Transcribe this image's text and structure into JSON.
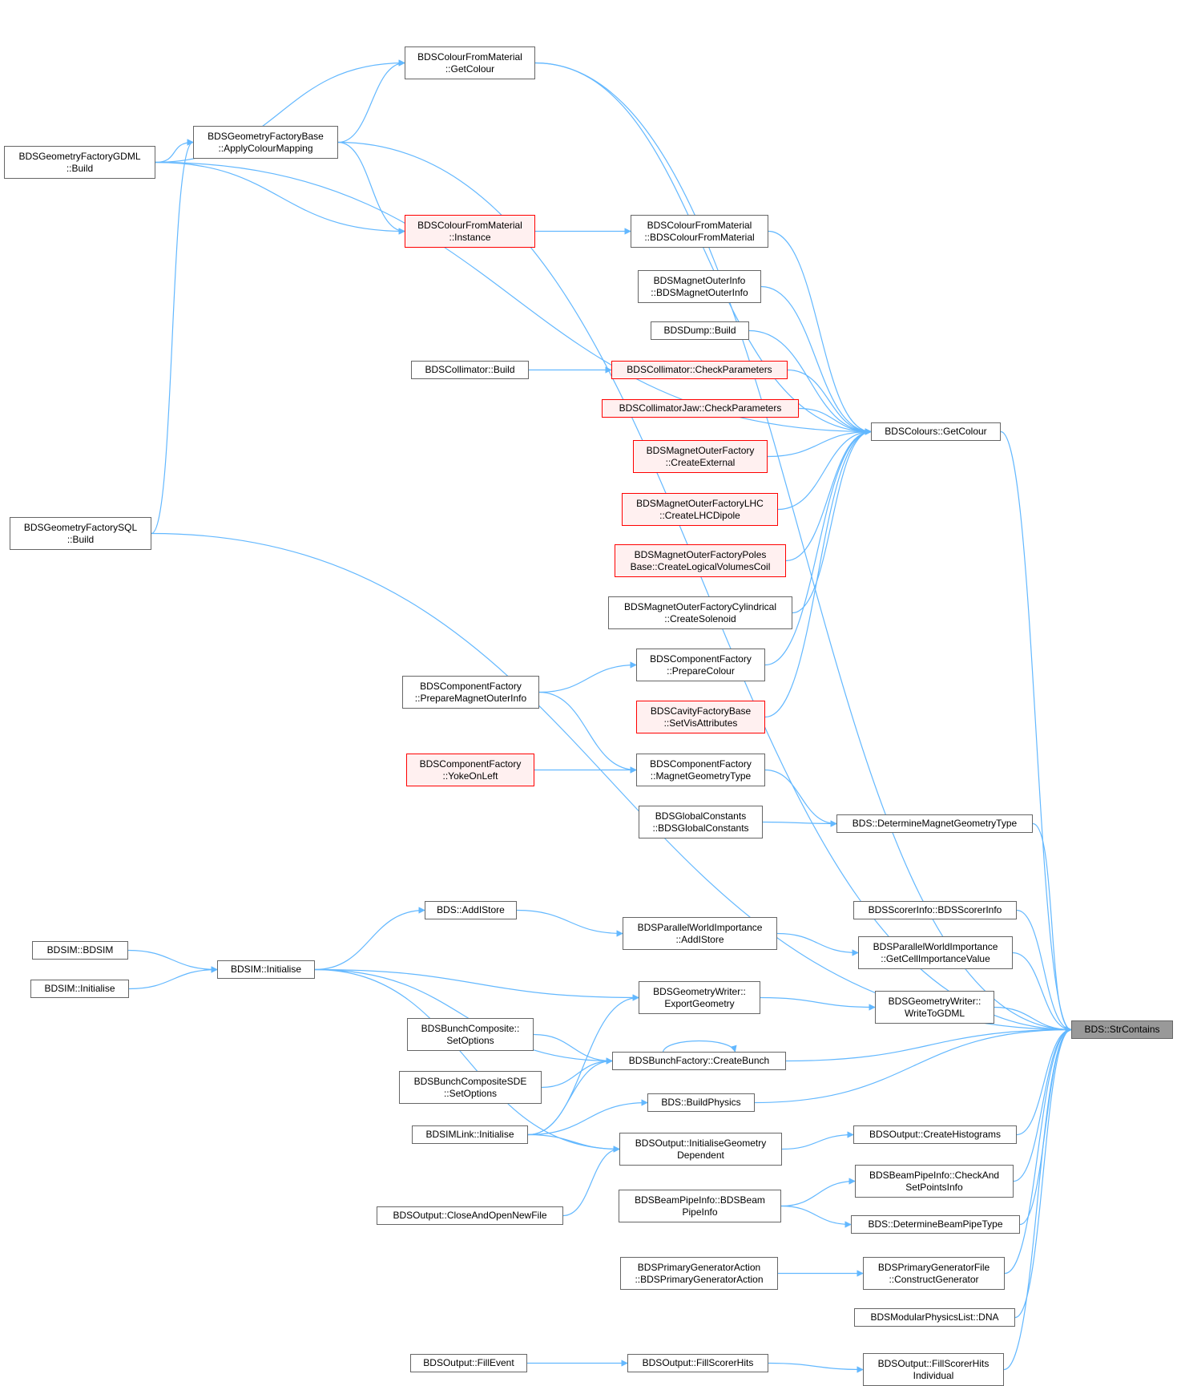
{
  "nodes": [
    {
      "id": "colourFromMaterial_GetColour",
      "lines": [
        "BDSColourFromMaterial",
        "::GetColour"
      ],
      "style": "normal"
    },
    {
      "id": "geomFactoryBase_ApplyColourMapping",
      "lines": [
        "BDSGeometryFactoryBase",
        "::ApplyColourMapping"
      ],
      "style": "normal"
    },
    {
      "id": "geomFactoryGDML_Build",
      "lines": [
        "BDSGeometryFactoryGDML",
        "::Build"
      ],
      "style": "normal"
    },
    {
      "id": "colourFromMaterial_Instance",
      "lines": [
        "BDSColourFromMaterial",
        "::Instance"
      ],
      "style": "red"
    },
    {
      "id": "colourFromMaterial_Ctor",
      "lines": [
        "BDSColourFromMaterial",
        "::BDSColourFromMaterial"
      ],
      "style": "normal"
    },
    {
      "id": "magnetOuterInfo_Ctor",
      "lines": [
        "BDSMagnetOuterInfo",
        "::BDSMagnetOuterInfo"
      ],
      "style": "normal"
    },
    {
      "id": "dump_Build",
      "lines": [
        "BDSDump::Build"
      ],
      "style": "normal"
    },
    {
      "id": "collimator_Build",
      "lines": [
        "BDSCollimator::Build"
      ],
      "style": "normal"
    },
    {
      "id": "collimator_CheckParameters",
      "lines": [
        "BDSCollimator::CheckParameters"
      ],
      "style": "red"
    },
    {
      "id": "collimatorJaw_CheckParameters",
      "lines": [
        "BDSCollimatorJaw::CheckParameters"
      ],
      "style": "red"
    },
    {
      "id": "colours_GetColour",
      "lines": [
        "BDSColours::GetColour"
      ],
      "style": "normal"
    },
    {
      "id": "magnetOuterFactory_CreateExternal",
      "lines": [
        "BDSMagnetOuterFactory",
        "::CreateExternal"
      ],
      "style": "red"
    },
    {
      "id": "magnetOuterFactoryLHC_CreateLHCDipole",
      "lines": [
        "BDSMagnetOuterFactoryLHC",
        "::CreateLHCDipole"
      ],
      "style": "red"
    },
    {
      "id": "magnetOuterFactoryPolesBase_CreateLogicalVolumesCoil",
      "lines": [
        "BDSMagnetOuterFactoryPoles",
        "Base::CreateLogicalVolumesCoil"
      ],
      "style": "red"
    },
    {
      "id": "geomFactorySQL_Build",
      "lines": [
        "BDSGeometryFactorySQL",
        "::Build"
      ],
      "style": "normal"
    },
    {
      "id": "magnetOuterFactoryCylindrical_CreateSolenoid",
      "lines": [
        "BDSMagnetOuterFactoryCylindrical",
        "::CreateSolenoid"
      ],
      "style": "normal"
    },
    {
      "id": "componentFactory_PrepareColour",
      "lines": [
        "BDSComponentFactory",
        "::PrepareColour"
      ],
      "style": "normal"
    },
    {
      "id": "componentFactory_PrepareMagnetOuterInfo",
      "lines": [
        "BDSComponentFactory",
        "::PrepareMagnetOuterInfo"
      ],
      "style": "normal"
    },
    {
      "id": "cavityFactoryBase_SetVisAttributes",
      "lines": [
        "BDSCavityFactoryBase",
        "::SetVisAttributes"
      ],
      "style": "red"
    },
    {
      "id": "componentFactory_YokeOnLeft",
      "lines": [
        "BDSComponentFactory",
        "::YokeOnLeft"
      ],
      "style": "red"
    },
    {
      "id": "componentFactory_MagnetGeometryType",
      "lines": [
        "BDSComponentFactory",
        "::MagnetGeometryType"
      ],
      "style": "normal"
    },
    {
      "id": "globalConstants_Ctor",
      "lines": [
        "BDSGlobalConstants",
        "::BDSGlobalConstants"
      ],
      "style": "normal"
    },
    {
      "id": "bds_DetermineMagnetGeometryType",
      "lines": [
        "BDS::DetermineMagnetGeometryType"
      ],
      "style": "normal"
    },
    {
      "id": "bds_AddIStore",
      "lines": [
        "BDS::AddIStore"
      ],
      "style": "normal"
    },
    {
      "id": "scorerInfo_Ctor",
      "lines": [
        "BDSScorerInfo::BDSScorerInfo"
      ],
      "style": "normal"
    },
    {
      "id": "parallelWorldImportance_AddIStore",
      "lines": [
        "BDSParallelWorldImportance",
        "::AddIStore"
      ],
      "style": "normal"
    },
    {
      "id": "bdsim_Ctor",
      "lines": [
        "BDSIM::BDSIM"
      ],
      "style": "normal"
    },
    {
      "id": "bdsim_Initialise_ext",
      "lines": [
        "BDSIM::Initialise"
      ],
      "style": "normal"
    },
    {
      "id": "bdsim_Initialise",
      "lines": [
        "BDSIM::Initialise"
      ],
      "style": "normal"
    },
    {
      "id": "parallelWorldImportance_GetCellImportanceValue",
      "lines": [
        "BDSParallelWorldImportance",
        "::GetCellImportanceValue"
      ],
      "style": "normal"
    },
    {
      "id": "geometryWriter_ExportGeometry",
      "lines": [
        "BDSGeometryWriter::",
        "ExportGeometry"
      ],
      "style": "normal"
    },
    {
      "id": "geometryWriter_WriteToGDML",
      "lines": [
        "BDSGeometryWriter::",
        "WriteToGDML"
      ],
      "style": "normal"
    },
    {
      "id": "bds_StrContains",
      "lines": [
        "BDS::StrContains"
      ],
      "style": "grey"
    },
    {
      "id": "bunchComposite_SetOptions",
      "lines": [
        "BDSBunchComposite::",
        "SetOptions"
      ],
      "style": "normal"
    },
    {
      "id": "bunchFactory_CreateBunch",
      "lines": [
        "BDSBunchFactory::CreateBunch"
      ],
      "style": "normal"
    },
    {
      "id": "bunchCompositeSDE_SetOptions",
      "lines": [
        "BDSBunchCompositeSDE",
        "::SetOptions"
      ],
      "style": "normal"
    },
    {
      "id": "bds_BuildPhysics",
      "lines": [
        "BDS::BuildPhysics"
      ],
      "style": "normal"
    },
    {
      "id": "bdsimLink_Initialise",
      "lines": [
        "BDSIMLink::Initialise"
      ],
      "style": "normal"
    },
    {
      "id": "output_InitialiseGeometryDependent",
      "lines": [
        "BDSOutput::InitialiseGeometry",
        "Dependent"
      ],
      "style": "normal"
    },
    {
      "id": "output_CreateHistograms",
      "lines": [
        "BDSOutput::CreateHistograms"
      ],
      "style": "normal"
    },
    {
      "id": "beamPipeInfo_CheckAndSetPointsInfo",
      "lines": [
        "BDSBeamPipeInfo::CheckAnd",
        "SetPointsInfo"
      ],
      "style": "normal"
    },
    {
      "id": "beamPipeInfo_Ctor",
      "lines": [
        "BDSBeamPipeInfo::BDSBeam",
        "PipeInfo"
      ],
      "style": "normal"
    },
    {
      "id": "output_CloseAndOpenNewFile",
      "lines": [
        "BDSOutput::CloseAndOpenNewFile"
      ],
      "style": "normal"
    },
    {
      "id": "bds_DetermineBeamPipeType",
      "lines": [
        "BDS::DetermineBeamPipeType"
      ],
      "style": "normal"
    },
    {
      "id": "primaryGeneratorAction_Ctor",
      "lines": [
        "BDSPrimaryGeneratorAction",
        "::BDSPrimaryGeneratorAction"
      ],
      "style": "normal"
    },
    {
      "id": "primaryGeneratorFile_ConstructGenerator",
      "lines": [
        "BDSPrimaryGeneratorFile",
        "::ConstructGenerator"
      ],
      "style": "normal"
    },
    {
      "id": "modularPhysicsList_DNA",
      "lines": [
        "BDSModularPhysicsList::DNA"
      ],
      "style": "normal"
    },
    {
      "id": "output_FillEvent",
      "lines": [
        "BDSOutput::FillEvent"
      ],
      "style": "normal"
    },
    {
      "id": "output_FillScorerHits",
      "lines": [
        "BDSOutput::FillScorerHits"
      ],
      "style": "normal"
    },
    {
      "id": "output_FillScorerHitsIndividual",
      "lines": [
        "BDSOutput::FillScorerHits",
        "Individual"
      ],
      "style": "normal"
    }
  ],
  "edges": [
    [
      "colourFromMaterial_GetColour",
      "bds_StrContains"
    ],
    [
      "colourFromMaterial_GetColour",
      "colours_GetColour"
    ],
    [
      "geomFactoryBase_ApplyColourMapping",
      "colourFromMaterial_GetColour"
    ],
    [
      "geomFactoryGDML_Build",
      "colourFromMaterial_GetColour"
    ],
    [
      "geomFactoryBase_ApplyColourMapping",
      "bds_StrContains"
    ],
    [
      "geomFactoryBase_ApplyColourMapping",
      "colourFromMaterial_Instance"
    ],
    [
      "geomFactoryGDML_Build",
      "geomFactoryBase_ApplyColourMapping"
    ],
    [
      "geomFactoryGDML_Build",
      "colours_GetColour"
    ],
    [
      "geomFactoryGDML_Build",
      "colourFromMaterial_Instance"
    ],
    [
      "geomFactorySQL_Build",
      "geomFactoryBase_ApplyColourMapping"
    ],
    [
      "geomFactorySQL_Build",
      "bds_StrContains"
    ],
    [
      "colourFromMaterial_Instance",
      "colourFromMaterial_Ctor"
    ],
    [
      "colourFromMaterial_Ctor",
      "colours_GetColour"
    ],
    [
      "magnetOuterInfo_Ctor",
      "colours_GetColour"
    ],
    [
      "dump_Build",
      "colours_GetColour"
    ],
    [
      "collimator_Build",
      "collimator_CheckParameters"
    ],
    [
      "collimator_CheckParameters",
      "colours_GetColour"
    ],
    [
      "collimatorJaw_CheckParameters",
      "colours_GetColour"
    ],
    [
      "magnetOuterFactory_CreateExternal",
      "colours_GetColour"
    ],
    [
      "magnetOuterFactoryLHC_CreateLHCDipole",
      "colours_GetColour"
    ],
    [
      "magnetOuterFactoryPolesBase_CreateLogicalVolumesCoil",
      "colours_GetColour"
    ],
    [
      "magnetOuterFactoryCylindrical_CreateSolenoid",
      "colours_GetColour"
    ],
    [
      "componentFactory_PrepareColour",
      "colours_GetColour"
    ],
    [
      "cavityFactoryBase_SetVisAttributes",
      "colours_GetColour"
    ],
    [
      "colours_GetColour",
      "bds_StrContains"
    ],
    [
      "componentFactory_PrepareMagnetOuterInfo",
      "componentFactory_PrepareColour"
    ],
    [
      "componentFactory_PrepareMagnetOuterInfo",
      "componentFactory_MagnetGeometryType"
    ],
    [
      "componentFactory_YokeOnLeft",
      "componentFactory_MagnetGeometryType"
    ],
    [
      "componentFactory_MagnetGeometryType",
      "bds_DetermineMagnetGeometryType"
    ],
    [
      "globalConstants_Ctor",
      "bds_DetermineMagnetGeometryType"
    ],
    [
      "bds_DetermineMagnetGeometryType",
      "bds_StrContains"
    ],
    [
      "bds_AddIStore",
      "parallelWorldImportance_AddIStore"
    ],
    [
      "bdsim_Initialise",
      "bds_AddIStore"
    ],
    [
      "bdsim_Ctor",
      "bdsim_Initialise"
    ],
    [
      "bdsim_Initialise_ext",
      "bdsim_Initialise"
    ],
    [
      "scorerInfo_Ctor",
      "bds_StrContains"
    ],
    [
      "parallelWorldImportance_AddIStore",
      "parallelWorldImportance_GetCellImportanceValue"
    ],
    [
      "parallelWorldImportance_GetCellImportanceValue",
      "bds_StrContains"
    ],
    [
      "bdsim_Initialise",
      "geometryWriter_ExportGeometry"
    ],
    [
      "bdsim_Initialise",
      "bunchFactory_CreateBunch"
    ],
    [
      "bdsim_Initialise",
      "output_InitialiseGeometryDependent"
    ],
    [
      "geometryWriter_ExportGeometry",
      "geometryWriter_WriteToGDML"
    ],
    [
      "geometryWriter_WriteToGDML",
      "bds_StrContains"
    ],
    [
      "bunchComposite_SetOptions",
      "bunchFactory_CreateBunch"
    ],
    [
      "bunchCompositeSDE_SetOptions",
      "bunchFactory_CreateBunch"
    ],
    [
      "bunchFactory_CreateBunch",
      "bunchFactory_CreateBunch"
    ],
    [
      "bunchFactory_CreateBunch",
      "bds_StrContains"
    ],
    [
      "bdsimLink_Initialise",
      "geometryWriter_ExportGeometry"
    ],
    [
      "bdsimLink_Initialise",
      "bunchFactory_CreateBunch"
    ],
    [
      "bdsimLink_Initialise",
      "bds_BuildPhysics"
    ],
    [
      "bdsimLink_Initialise",
      "output_InitialiseGeometryDependent"
    ],
    [
      "bds_BuildPhysics",
      "bds_StrContains"
    ],
    [
      "output_CloseAndOpenNewFile",
      "output_InitialiseGeometryDependent"
    ],
    [
      "output_InitialiseGeometryDependent",
      "output_CreateHistograms"
    ],
    [
      "output_CreateHistograms",
      "bds_StrContains"
    ],
    [
      "beamPipeInfo_Ctor",
      "beamPipeInfo_CheckAndSetPointsInfo"
    ],
    [
      "beamPipeInfo_Ctor",
      "bds_DetermineBeamPipeType"
    ],
    [
      "beamPipeInfo_CheckAndSetPointsInfo",
      "bds_StrContains"
    ],
    [
      "bds_DetermineBeamPipeType",
      "bds_StrContains"
    ],
    [
      "primaryGeneratorAction_Ctor",
      "primaryGeneratorFile_ConstructGenerator"
    ],
    [
      "primaryGeneratorFile_ConstructGenerator",
      "bds_StrContains"
    ],
    [
      "modularPhysicsList_DNA",
      "bds_StrContains"
    ],
    [
      "output_FillEvent",
      "output_FillScorerHits"
    ],
    [
      "output_FillScorerHits",
      "output_FillScorerHitsIndividual"
    ],
    [
      "output_FillScorerHitsIndividual",
      "bds_StrContains"
    ]
  ],
  "colors": {
    "edge": "#63b8ff",
    "node_border": "#666666",
    "node_border_red": "#ff0000",
    "node_fill_red": "#fff0f0",
    "node_fill_focus": "#999999"
  }
}
